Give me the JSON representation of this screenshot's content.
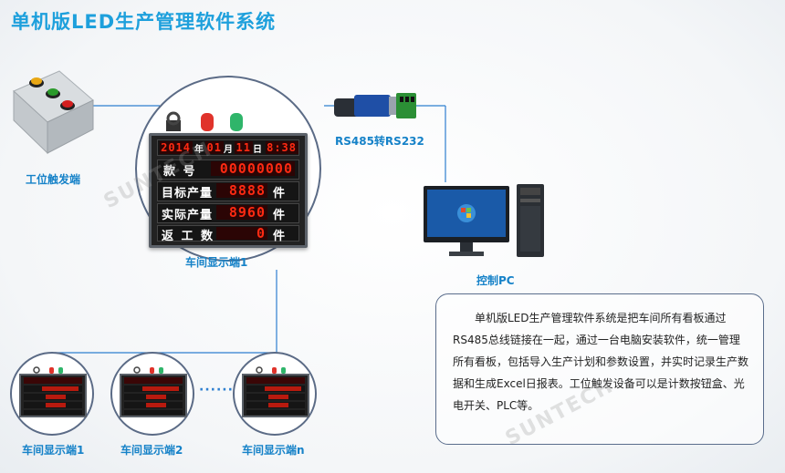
{
  "title": "单机版LED生产管理软件系统",
  "labels": {
    "trigger": "工位触发端",
    "converter": "RS485转RS232",
    "pc": "控制PC",
    "workshop_main": "车间显示端1",
    "workshop_small_1": "车间显示端1",
    "workshop_small_2": "车间显示端2",
    "workshop_small_n": "车间显示端n",
    "ellipsis": "······"
  },
  "board": {
    "year": "2014",
    "year_unit": "年",
    "month": "01",
    "month_unit": "月",
    "day": "11",
    "day_unit": "日",
    "time": "8:38",
    "rows": [
      {
        "label": "款  号",
        "value": "00000000",
        "unit": ""
      },
      {
        "label": "目标产量",
        "value": "8888",
        "unit": "件"
      },
      {
        "label": "实际产量",
        "value": "8960",
        "unit": "件"
      },
      {
        "label": "返 工 数",
        "value": "0",
        "unit": "件"
      }
    ]
  },
  "description": "单机版LED生产管理软件系统是把车间所有看板通过RS485总线链接在一起，通过一台电脑安装软件，统一管理所有看板，包括导入生产计划和参数设置，并实时记录生产数据和生成Excel日报表。工位触发设备可以是计数按钮盒、光电开关、PLC等。",
  "watermark": "SUNTECH",
  "colors": {
    "title": "#1ea0dc",
    "label": "#1682c8",
    "led": "#ff2a12",
    "connector": "#2e7fd0"
  }
}
